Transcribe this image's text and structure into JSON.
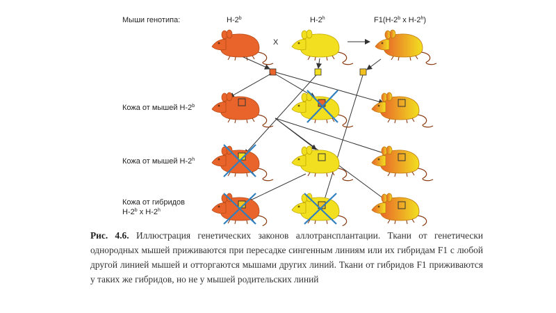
{
  "figure": {
    "header_label": "Мыши генотипа:",
    "genotypes": [
      {
        "base": "H-2",
        "sup": "b"
      },
      {
        "base": "H-2",
        "sup": "h"
      },
      {
        "f1_prefix": "F1(H-2",
        "sup1": "b",
        "mid": " x H-2",
        "sup2": "h",
        "suffix": ")"
      }
    ],
    "cross_symbol": "X",
    "rows": [
      {
        "base": "Кожа от мышей H-2",
        "sup": "b"
      },
      {
        "base": "Кожа от мышей H-2",
        "sup": "h"
      },
      {
        "line1": "Кожа от гибридов",
        "line2_a": "H-2",
        "sup1": "b",
        "line2_b": " x H-2",
        "sup2": "h"
      }
    ],
    "rejected_grafts": [
      "row1-col2",
      "row2-col1",
      "row3-col1",
      "row3-col2"
    ],
    "colors": {
      "mouse_b": "#e8642a",
      "mouse_h": "#f2e020",
      "rejection_cross": "#2e7fc0",
      "arrow": "#333333"
    }
  },
  "caption": {
    "label": "Рис. 4.6.",
    "text": " Иллюстрация генетических законов аллотрансплантации. Ткани от генети­чески однородных мышей приживаются при пересадке сингенным линиям или их гиб­ридам F1 с любой другой линией мышей и отторгаются мышами других линий. Ткани от гибридов F1 приживаются у таких же гибридов, но не у мышей родительских линий"
  }
}
